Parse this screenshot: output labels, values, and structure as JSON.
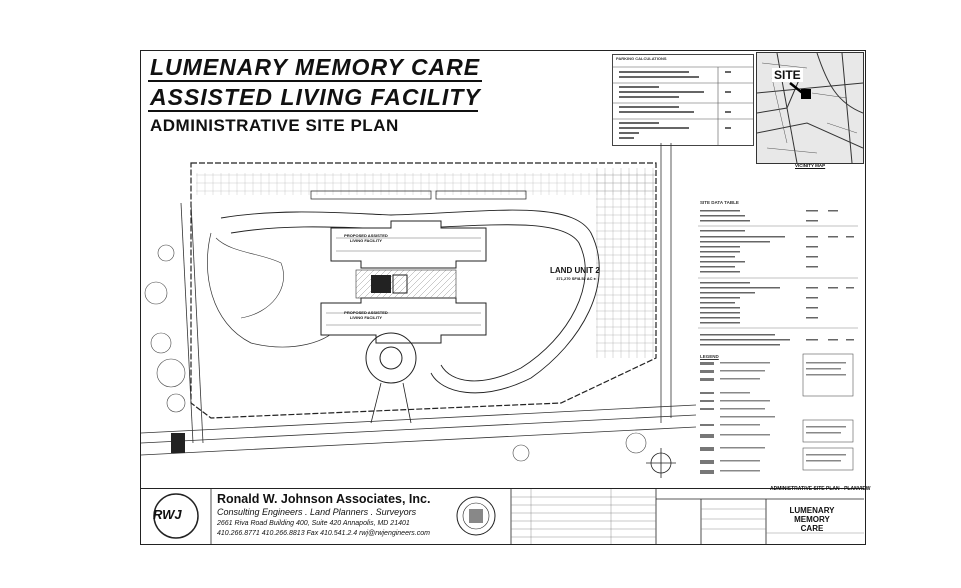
{
  "drawing": {
    "title_line1": "LUMENARY MEMORY CARE",
    "title_line2": "ASSISTED LIVING FACILITY",
    "title_line3": "ADMINISTRATIVE SITE PLAN"
  },
  "parking": {
    "heading": "PARKING CALCULATIONS"
  },
  "vicinity": {
    "site_label": "SITE",
    "caption": "VICINITY MAP"
  },
  "plan": {
    "land_unit": "LAND UNIT 2",
    "land_unit_area": "371,270 SF/8.52 AC ±",
    "building_top_label": "PROPOSED ASSISTED LIVING FACILITY",
    "building_bottom_label": "PROPOSED ASSISTED LIVING FACILITY"
  },
  "site_data": {
    "heading": "SITE DATA TABLE"
  },
  "legend": {
    "heading": "LEGEND"
  },
  "title_block": {
    "firm_name": "Ronald W. Johnson Associates, Inc.",
    "firm_services": "Consulting Engineers . Land Planners . Surveyors",
    "address_line1": "2661 Riva Road Building 400, Suite 420 Annapolis, MD 21401",
    "address_line2": "410.266.8771  410.266.8813  Fax 410.541.2.4  rwj@rwjengineers.com",
    "logo_text": "RWJ",
    "project_name_line1": "LUMENARY MEMORY",
    "project_name_line2": "CARE",
    "sheet_name": "ADMINISTRATIVE SITE PLAN - PLANVIEW"
  },
  "colors": {
    "ink": "#111111",
    "paper": "#ffffff",
    "hatch": "#888888"
  }
}
